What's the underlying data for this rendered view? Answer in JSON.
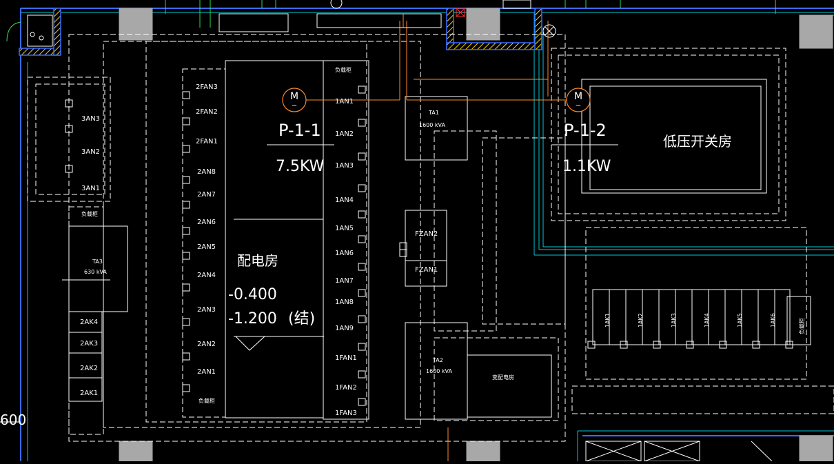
{
  "labels": {
    "fan_col_left": [
      "2FAN3",
      "2FAN2",
      "2FAN1",
      "2AN8",
      "2AN7",
      "2AN6",
      "2AN5",
      "2AN4",
      "2AN3",
      "2AN2",
      "2AN1"
    ],
    "fan_col_left_bottom": "负载柜",
    "fan_col_right_top": "负载柜",
    "fan_col_right": [
      "1AN1",
      "1AN2",
      "1AN3",
      "1AN4",
      "1AN5",
      "1AN6",
      "1AN7",
      "1AN8",
      "1AN9",
      "1FAN1",
      "1FAN2",
      "1FAN3"
    ],
    "an3_group": [
      "3AN3",
      "3AN2",
      "3AN1"
    ],
    "an3_caption": "负载柜",
    "ta3_name": "TA3",
    "ta3_rating": "630 kVA",
    "ak2_group": [
      "2AK4",
      "2AK3",
      "2AK2",
      "2AK1"
    ],
    "ta1_name": "TA1",
    "ta1_rating": "1600 kVA",
    "fzan": [
      "FZAN2",
      "FZAN1"
    ],
    "ta2_name": "TA2",
    "ta2_rating": "1600 kVA",
    "room_transformer": "变配电房",
    "ak1_group": [
      "1AK1",
      "1AK2",
      "1AK3",
      "1AK4",
      "1AK5",
      "1AK6"
    ],
    "ak1_end": "负载柜",
    "pump1_id": "P-1-1",
    "pump1_power": "7.5KW",
    "pump2_id": "P-1-2",
    "pump2_power": "1.1KW",
    "motor_symbol": "M",
    "room_main": "配电房",
    "elev1": "-0.400",
    "elev2": "-1.200",
    "elev_note": "(结)",
    "room_switch": "低压开关房",
    "edge_dim": "600"
  }
}
